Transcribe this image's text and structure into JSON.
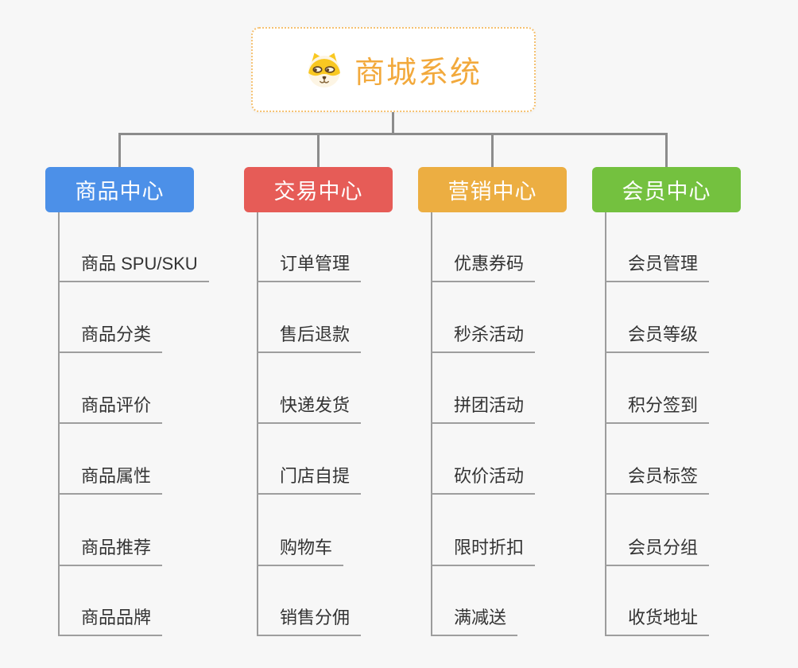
{
  "diagram": {
    "type": "mindmap-org-chart",
    "background_color": "#f7f7f7",
    "connector_color": "#8c8c8c"
  },
  "root": {
    "label": "商城系统",
    "icon": "shiba-dog-icon",
    "text_color": "#f2a93c",
    "border_color": "#f5c171"
  },
  "branches": [
    {
      "label": "商品中心",
      "color": "#4c90e8",
      "children": [
        "商品 SPU/SKU",
        "商品分类",
        "商品评价",
        "商品属性",
        "商品推荐",
        "商品品牌"
      ]
    },
    {
      "label": "交易中心",
      "color": "#e65c57",
      "children": [
        "订单管理",
        "售后退款",
        "快递发货",
        "门店自提",
        "购物车",
        "销售分佣"
      ]
    },
    {
      "label": "营销中心",
      "color": "#ecae42",
      "children": [
        "优惠券码",
        "秒杀活动",
        "拼团活动",
        "砍价活动",
        "限时折扣",
        "满减送"
      ]
    },
    {
      "label": "会员中心",
      "color": "#74c13f",
      "children": [
        "会员管理",
        "会员等级",
        "积分签到",
        "会员标签",
        "会员分组",
        "收货地址"
      ]
    }
  ]
}
